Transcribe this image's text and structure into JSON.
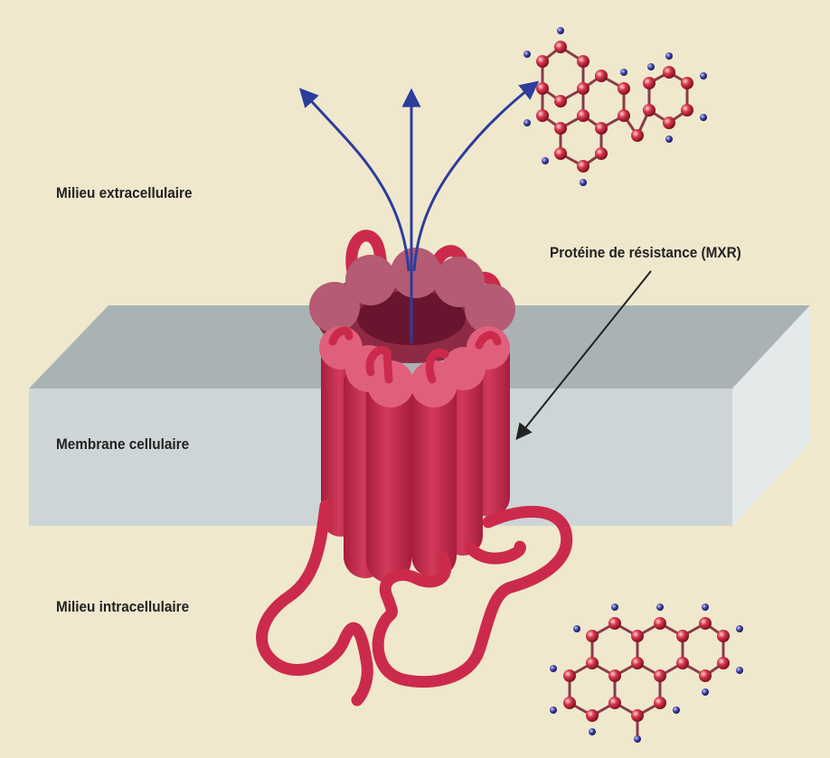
{
  "labels": {
    "extracellular": "Milieu extracellulaire",
    "protein": "Protéine de résistance (MXR)",
    "membrane": "Membrane cellulaire",
    "intracellular": "Milieu intracellulaire"
  },
  "colors": {
    "background": "#efe8cd",
    "membrane_top": "#aab3b4",
    "membrane_front": "#cdd5d6",
    "membrane_side": "#e6ecec",
    "protein": "#cc2a4c",
    "protein_dark": "#9a1a36",
    "protein_light": "#e0607c",
    "arrow": "#2d3d9c",
    "atom_carbon": "#d8344a",
    "atom_hydrogen": "#3a3fa6"
  },
  "icons": {
    "efflux_arrows": "three-curved-arrows-up",
    "pointer_arrow": "thin-arrow",
    "molecule_top": "polycyclic-molecule",
    "molecule_bottom": "polycyclic-aromatic-molecule"
  }
}
